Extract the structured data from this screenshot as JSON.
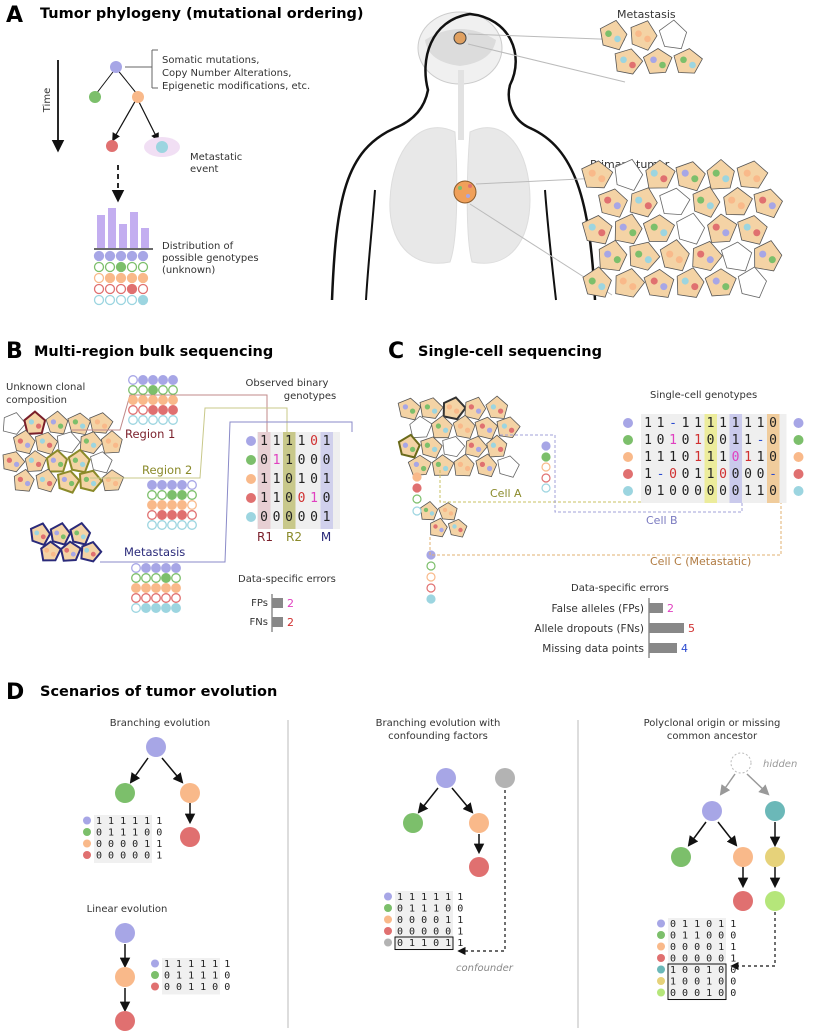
{
  "colors": {
    "purple": "#a7a6e6",
    "green": "#7cbf6b",
    "orange": "#f9b98a",
    "red": "#e07070",
    "cyan": "#9cd5e0",
    "gray": "#b3b3b3",
    "teal": "#6bb8b8",
    "yellow": "#e6d27a",
    "lime": "#b5e67a",
    "region1": "#7a1f2a",
    "region2": "#8a8a2a",
    "metastasis": "#2a2a7a",
    "fp": "#e040c0",
    "fn": "#d03030",
    "missing": "#2a4ad0"
  },
  "panelA": {
    "letter": "A",
    "title": "Tumor phylogeny (mutational ordering)",
    "time_label": "Time",
    "mutation_types": [
      "Somatic mutations,",
      "Copy Number Alterations,",
      "Epigenetic modifications, etc."
    ],
    "metastatic_event": [
      "Metastatic",
      "event"
    ],
    "distribution": [
      "Distribution of",
      "possible genotypes",
      "(unknown)"
    ],
    "metastasis_label": "Metastasis",
    "primary_label": "Primary tumor"
  },
  "panelB": {
    "letter": "B",
    "title": "Multi-region bulk sequencing",
    "unknown": [
      "Unknown clonal",
      "composition"
    ],
    "observed": [
      "Observed binary",
      "genotypes"
    ],
    "region1": "Region 1",
    "region2": "Region 2",
    "metastasis": "Metastasis",
    "columns": [
      "R1",
      "R2",
      "M"
    ],
    "matrix": [
      [
        "1",
        "1",
        "1",
        "1",
        "0",
        "1"
      ],
      [
        "0",
        "1",
        "1",
        "0",
        "0",
        "0"
      ],
      [
        "1",
        "1",
        "0",
        "1",
        "0",
        "1"
      ],
      [
        "1",
        "1",
        "0",
        "0",
        "1",
        "0"
      ],
      [
        "0",
        "0",
        "0",
        "0",
        "0",
        "1"
      ]
    ],
    "errors_title": "Data-specific errors",
    "fp_label": "FPs",
    "fp_value": 2,
    "fn_label": "FNs",
    "fn_value": 2
  },
  "panelC": {
    "letter": "C",
    "title": "Single-cell sequencing",
    "genotypes_title": "Single-cell genotypes",
    "matrix": [
      [
        "1",
        "1",
        "-",
        "1",
        "1",
        "1",
        "1",
        "1",
        "1",
        "1",
        "0"
      ],
      [
        "1",
        "0",
        "1",
        "0",
        "1",
        "0",
        "0",
        "1",
        "1",
        "-",
        "0"
      ],
      [
        "1",
        "1",
        "1",
        "0",
        "1",
        "1",
        "1",
        "0",
        "1",
        "1",
        "0"
      ],
      [
        "1",
        "-",
        "0",
        "0",
        "1",
        "1",
        "0",
        "0",
        "0",
        "0",
        "-"
      ],
      [
        "0",
        "1",
        "0",
        "0",
        "0",
        "0",
        "0",
        "0",
        "1",
        "1",
        "0"
      ]
    ],
    "cellA": "Cell A",
    "cellB": "Cell B",
    "cellC": "Cell C (Metastatic)",
    "errors_title": "Data-specific errors",
    "errors": [
      {
        "label": "False alleles (FPs)",
        "value": 2
      },
      {
        "label": "Allele dropouts (FNs)",
        "value": 5
      },
      {
        "label": "Missing data points",
        "value": 4
      }
    ]
  },
  "panelD": {
    "letter": "D",
    "title": "Scenarios of tumor evolution",
    "branching": "Branching evolution",
    "branching_matrix": [
      "1 1 1 1 1 1",
      "0 1 1 1 0 0",
      "0 0 0 0 1 1",
      "0 0 0 0 0 1"
    ],
    "linear": "Linear evolution",
    "linear_matrix": [
      "1 1 1 1 1 1",
      "0 1 1 1 1 0",
      "0 0 1 1 0 0"
    ],
    "confounding_title": [
      "Branching evolution with",
      "confounding factors"
    ],
    "confounding_matrix": [
      "1 1 1 1 1 1",
      "0 1 1 1 0 0",
      "0 0 0 0 1 1",
      "0 0 0 0 0 1",
      "0 1 1 0 1 1"
    ],
    "confounder": "confounder",
    "polyclonal_title": [
      "Polyclonal origin or missing",
      "common ancestor"
    ],
    "hidden": "hidden",
    "polyclonal_matrix": [
      "0 1 1 0 1 1",
      "0 1 1 0 0 0",
      "0 0 0 0 1 1",
      "0 0 0 0 0 1",
      "1 0 0 1 0 0",
      "1 0 0 1 0 0",
      "0 0 0 1 0 0"
    ]
  }
}
